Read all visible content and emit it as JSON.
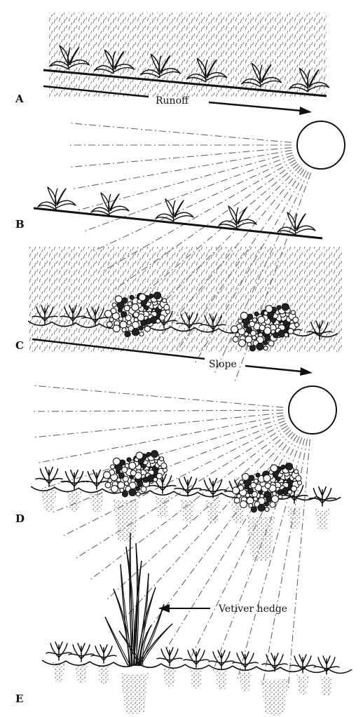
{
  "panels": [
    {
      "letter": "A",
      "label": "Runoff"
    },
    {
      "letter": "B"
    },
    {
      "letter": "C",
      "label": "Slope"
    },
    {
      "letter": "D"
    },
    {
      "letter": "E",
      "label": "Vetiver hedge"
    }
  ],
  "colors": {
    "ink": "#111111",
    "paper": "#ffffff",
    "soil": "#555555"
  }
}
